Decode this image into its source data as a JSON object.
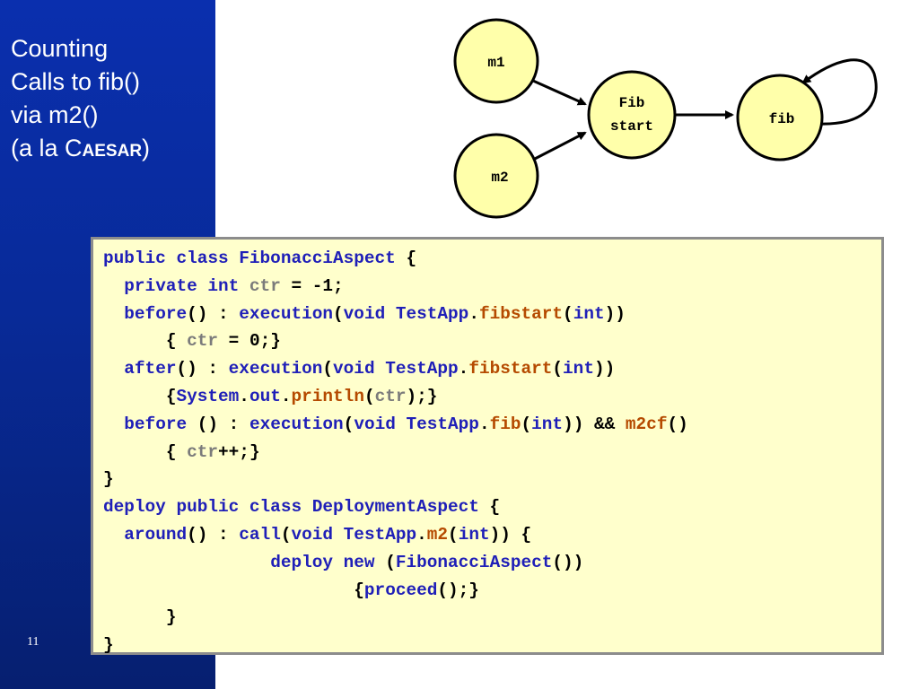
{
  "slide": {
    "title_lines": [
      "Counting",
      "Calls to fib()",
      "via m2()"
    ],
    "title_last_prefix": "(a la ",
    "title_last_caesar_c": "C",
    "title_last_caesar_rest": "aesar",
    "title_last_suffix": ")",
    "page_number": "11"
  },
  "diagram": {
    "nodes": {
      "m1": "m1",
      "m2": "m2",
      "fibstart_line1": "Fib",
      "fibstart_line2": "start",
      "fib": "fib"
    },
    "node_fill": "#ffffaa"
  },
  "code": {
    "lines": [
      {
        "indent": 0,
        "tokens": [
          {
            "t": "public class FibonacciAspect",
            "c": "kw"
          },
          {
            "t": " {",
            "c": "p"
          }
        ]
      },
      {
        "indent": 1,
        "tokens": [
          {
            "t": "private int ",
            "c": "kw"
          },
          {
            "t": "ctr",
            "c": "vr"
          },
          {
            "t": " = -1;",
            "c": "p"
          }
        ]
      },
      {
        "indent": 1,
        "tokens": [
          {
            "t": "before",
            "c": "kw"
          },
          {
            "t": "() : ",
            "c": "p"
          },
          {
            "t": "execution",
            "c": "kw"
          },
          {
            "t": "(",
            "c": "p"
          },
          {
            "t": "void TestApp",
            "c": "kw"
          },
          {
            "t": ".",
            "c": "p"
          },
          {
            "t": "fibstart",
            "c": "nm"
          },
          {
            "t": "(",
            "c": "p"
          },
          {
            "t": "int",
            "c": "kw"
          },
          {
            "t": "))",
            "c": "p"
          }
        ]
      },
      {
        "indent": 3,
        "tokens": [
          {
            "t": "{ ",
            "c": "p"
          },
          {
            "t": "ctr",
            "c": "vr"
          },
          {
            "t": " = 0;}",
            "c": "p"
          }
        ]
      },
      {
        "indent": 1,
        "tokens": [
          {
            "t": "after",
            "c": "kw"
          },
          {
            "t": "() : ",
            "c": "p"
          },
          {
            "t": "execution",
            "c": "kw"
          },
          {
            "t": "(",
            "c": "p"
          },
          {
            "t": "void TestApp",
            "c": "kw"
          },
          {
            "t": ".",
            "c": "p"
          },
          {
            "t": "fibstart",
            "c": "nm"
          },
          {
            "t": "(",
            "c": "p"
          },
          {
            "t": "int",
            "c": "kw"
          },
          {
            "t": "))",
            "c": "p"
          }
        ]
      },
      {
        "indent": 3,
        "tokens": [
          {
            "t": "{",
            "c": "p"
          },
          {
            "t": "System",
            "c": "kw"
          },
          {
            "t": ".",
            "c": "p"
          },
          {
            "t": "out",
            "c": "kw"
          },
          {
            "t": ".",
            "c": "p"
          },
          {
            "t": "println",
            "c": "nm"
          },
          {
            "t": "(",
            "c": "p"
          },
          {
            "t": "ctr",
            "c": "vr"
          },
          {
            "t": ");}",
            "c": "p"
          }
        ]
      },
      {
        "indent": 1,
        "tokens": [
          {
            "t": "before",
            "c": "kw"
          },
          {
            "t": " () : ",
            "c": "p"
          },
          {
            "t": "execution",
            "c": "kw"
          },
          {
            "t": "(",
            "c": "p"
          },
          {
            "t": "void TestApp",
            "c": "kw"
          },
          {
            "t": ".",
            "c": "p"
          },
          {
            "t": "fib",
            "c": "nm"
          },
          {
            "t": "(",
            "c": "p"
          },
          {
            "t": "int",
            "c": "kw"
          },
          {
            "t": ")) && ",
            "c": "p"
          },
          {
            "t": "m2cf",
            "c": "nm"
          },
          {
            "t": "()",
            "c": "p"
          }
        ]
      },
      {
        "indent": 3,
        "tokens": [
          {
            "t": "{ ",
            "c": "p"
          },
          {
            "t": "ctr",
            "c": "vr"
          },
          {
            "t": "++;}",
            "c": "p"
          }
        ]
      },
      {
        "indent": 0,
        "tokens": [
          {
            "t": "}",
            "c": "p"
          }
        ]
      },
      {
        "indent": 0,
        "tokens": [
          {
            "t": "deploy public class DeploymentAspect",
            "c": "kw"
          },
          {
            "t": " {",
            "c": "p"
          }
        ]
      },
      {
        "indent": 1,
        "tokens": [
          {
            "t": "around",
            "c": "kw"
          },
          {
            "t": "() : ",
            "c": "p"
          },
          {
            "t": "call",
            "c": "kw"
          },
          {
            "t": "(",
            "c": "p"
          },
          {
            "t": "void TestApp",
            "c": "kw"
          },
          {
            "t": ".",
            "c": "p"
          },
          {
            "t": "m2",
            "c": "nm"
          },
          {
            "t": "(",
            "c": "p"
          },
          {
            "t": "int",
            "c": "kw"
          },
          {
            "t": ")) {",
            "c": "p"
          }
        ]
      },
      {
        "indent": 8,
        "tokens": [
          {
            "t": "deploy new",
            "c": "kw"
          },
          {
            "t": " (",
            "c": "p"
          },
          {
            "t": "FibonacciAspect",
            "c": "kw"
          },
          {
            "t": "())",
            "c": "p"
          }
        ]
      },
      {
        "indent": 12,
        "tokens": [
          {
            "t": "{",
            "c": "p"
          },
          {
            "t": "proceed",
            "c": "kw"
          },
          {
            "t": "();}",
            "c": "p"
          }
        ]
      },
      {
        "indent": 3,
        "tokens": [
          {
            "t": "}",
            "c": "p"
          }
        ]
      },
      {
        "indent": 0,
        "tokens": [
          {
            "t": "}",
            "c": "p"
          }
        ]
      }
    ]
  }
}
